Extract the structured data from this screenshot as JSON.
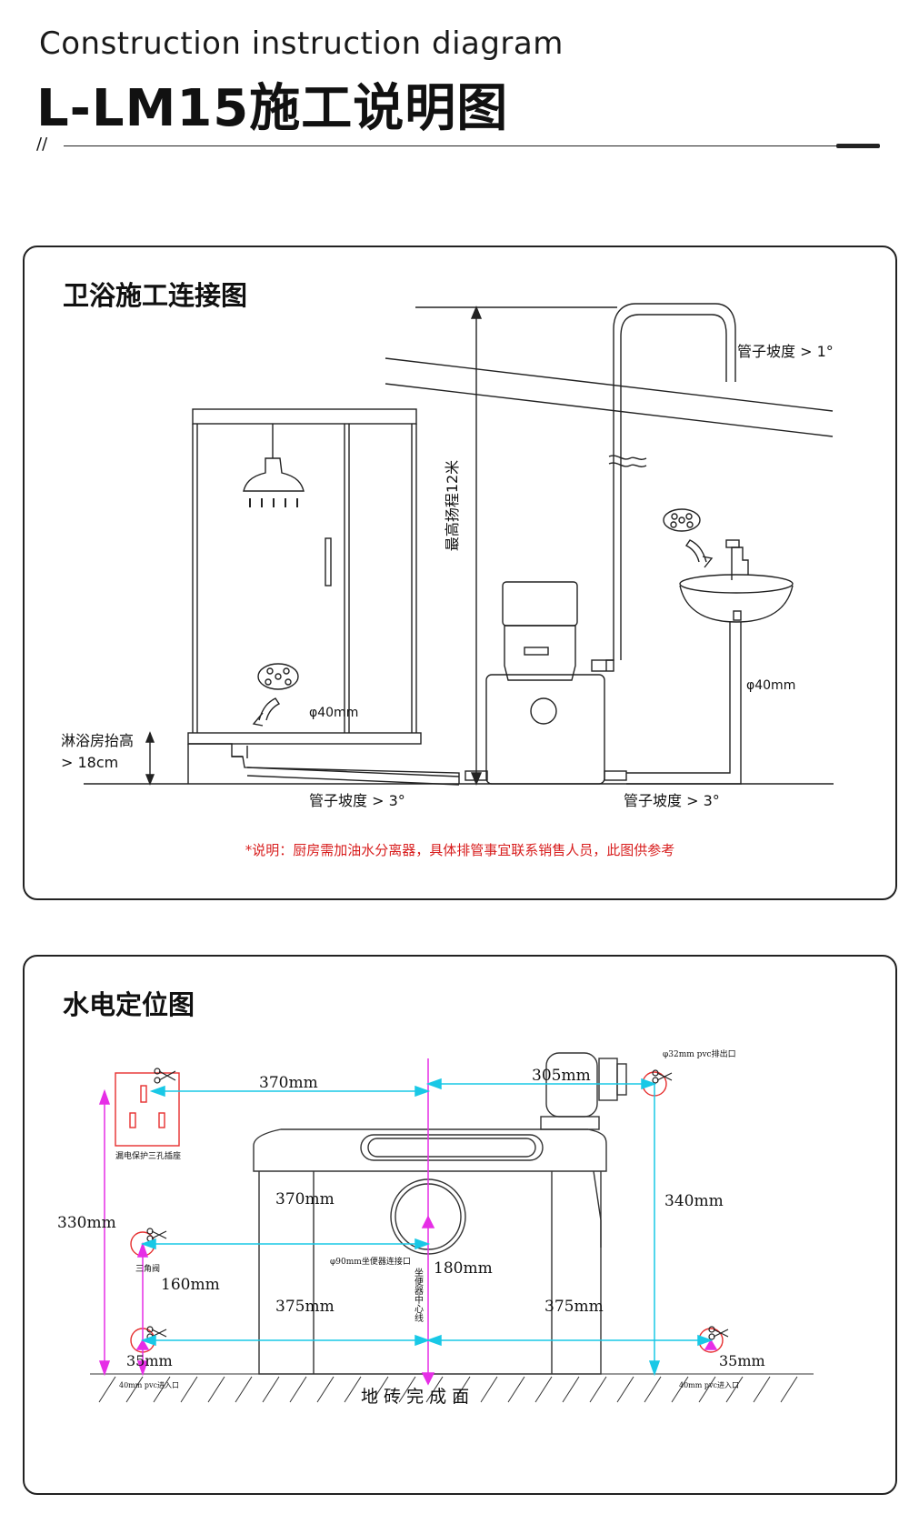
{
  "header": {
    "subtitle": "Construction instruction diagram",
    "title": "L-LM15施工说明图",
    "marker": "//"
  },
  "panel1": {
    "title": "卫浴施工连接图",
    "labels": {
      "pipe_slope_top": "管子坡度 > 1°",
      "max_head": "最高扬程12米",
      "pipe_40_left": "φ40mm",
      "pipe_40_right": "φ40mm",
      "shower_raise_line1": "淋浴房抬高",
      "shower_raise_line2": "> 18cm",
      "pipe_slope_left": "管子坡度 > 3°",
      "pipe_slope_right": "管子坡度 > 3°"
    },
    "note": "*说明：厨房需加油水分离器，具体排管事宜联系销售人员，此图供参考"
  },
  "panel2": {
    "title": "水电定位图",
    "labels": {
      "dim_370_top": "370mm",
      "dim_305": "305mm",
      "outlet_32": "φ32mm pvc排出口",
      "socket": "漏电保护三孔插座",
      "dim_330": "330mm",
      "dim_370_mid": "370mm",
      "dim_340": "340mm",
      "angle_valve": "三角阀",
      "toilet_port": "φ90mm坐便器连接口",
      "dim_180": "180mm",
      "center_line": "坐便器中心线",
      "dim_160": "160mm",
      "dim_375_left": "375mm",
      "dim_375_right": "375mm",
      "dim_35_left": "35mm",
      "dim_35_right": "35mm",
      "inlet_left": "40mm pvc进入口",
      "inlet_right": "40mm pvc进入口",
      "floor": "地 砖 完 成 面"
    }
  },
  "colors": {
    "cyan": "#19c8e6",
    "magenta": "#e62ee6",
    "red_note": "#d81e1e",
    "line": "#222222"
  }
}
